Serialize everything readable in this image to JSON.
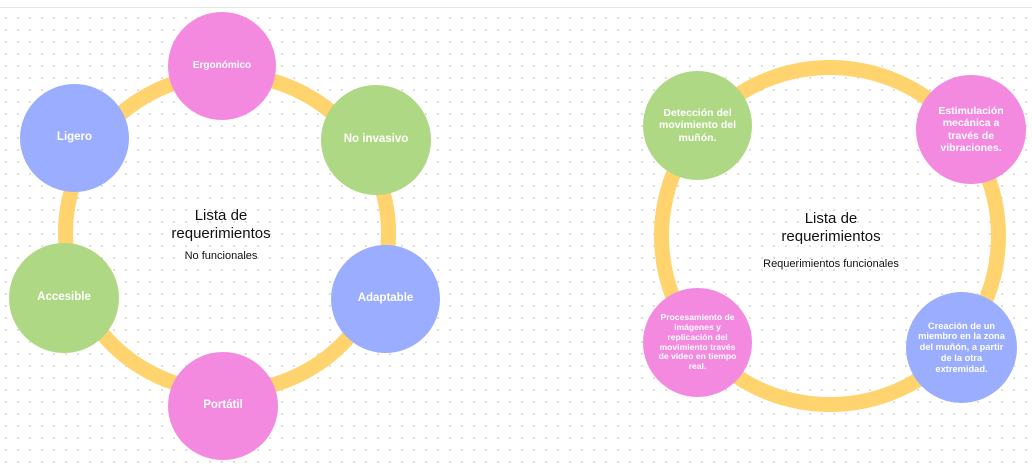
{
  "colors": {
    "ring": "#ffd36e",
    "pink": "#f38ae0",
    "green": "#aed884",
    "blue": "#9aadff",
    "text_on_node": "#ffffff",
    "title_text": "#111111"
  },
  "left_diagram": {
    "title": "Lista de requerimientos",
    "subtitle": "No funcionales",
    "nodes": [
      {
        "label": "Ergonómico",
        "color": "pink"
      },
      {
        "label": "Ligero",
        "color": "blue"
      },
      {
        "label": "No invasivo",
        "color": "green"
      },
      {
        "label": "Accesible",
        "color": "green"
      },
      {
        "label": "Adaptable",
        "color": "blue"
      },
      {
        "label": "Portátil",
        "color": "pink"
      }
    ]
  },
  "right_diagram": {
    "title": "Lista de requerimientos",
    "subtitle": "Requerimientos funcionales",
    "nodes": [
      {
        "label": "Detección del movimiento del muñón.",
        "color": "green"
      },
      {
        "label": "Estimulación mecánica a través de vibraciones.",
        "color": "pink"
      },
      {
        "label": "Procesamiento de imágenes y replicación del movimiento través de video en tiempo real.",
        "color": "pink"
      },
      {
        "label": "Creación de un miembro en la zona del muñón, a partir de la otra extremidad.",
        "color": "blue"
      }
    ]
  }
}
